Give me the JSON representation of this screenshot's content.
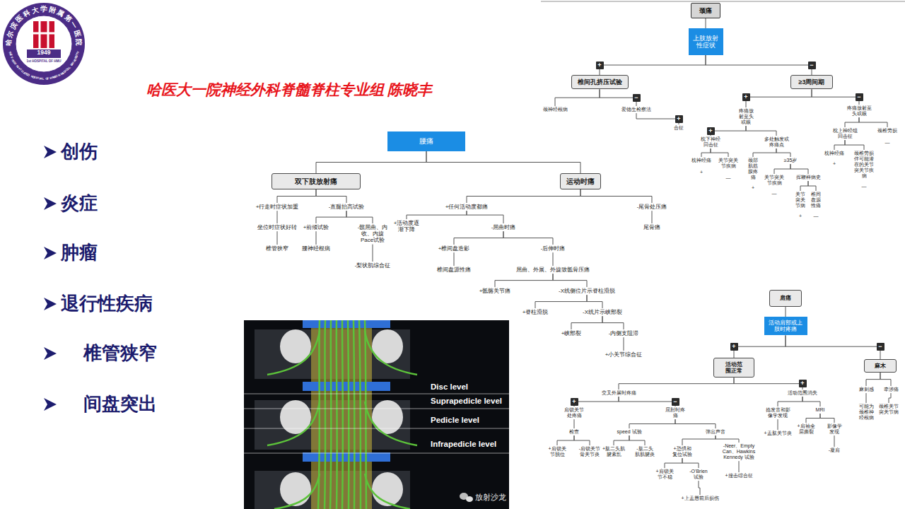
{
  "diagram": {
    "title": "哈医大一院神经外科脊髓脊柱专业组 陈晓丰",
    "nodes": [
      {
        "text": [
          "颈痛"
        ]
      },
      {
        "text": [
          "上肢放射性症状"
        ]
      },
      {
        "text": [
          "椎间孔挤压试验"
        ]
      },
      {
        "text": [
          "≥3周间期"
        ]
      },
      {
        "text": [
          "颈神经根病"
        ]
      },
      {
        "text": [
          "爱德生检察法"
        ]
      },
      {
        "text": [
          "合征"
        ]
      },
      {
        "text": [
          "疼痛放射至头或眼"
        ]
      },
      {
        "text": [
          "疼痛放射至头或眼"
        ]
      },
      {
        "text": [
          "枕下神经回击征"
        ]
      },
      {
        "text": [
          "多处触发或疼痛点"
        ]
      },
      {
        "text": [
          "枕神经痛"
        ]
      },
      {
        "text": [
          "关节突关节疾病"
        ]
      },
      {
        "text": [
          "颈部肌筋膜疼痛"
        ]
      },
      {
        "text": [
          "≥35岁"
        ]
      },
      {
        "text": [
          "关节突关节疾病"
        ]
      },
      {
        "text": [
          "挥鞭样病史"
        ]
      },
      {
        "text": [
          "关节突关节病"
        ]
      },
      {
        "text": [
          "椎间盘源性痛"
        ]
      },
      {
        "text": [
          "枕上神经组回击征"
        ]
      },
      {
        "text": [
          "颈椎劳损"
        ]
      },
      {
        "text": [
          "枕神经痛"
        ]
      },
      {
        "text": [
          "颈椎劳损伴可能潜在的关节突关节疾病"
        ]
      },
      {
        "text": [
          "腰痛"
        ]
      },
      {
        "text": [
          "双下肢放射痛"
        ]
      },
      {
        "text": [
          "运动时痛"
        ]
      },
      {
        "text": [
          "+行走时症状加重"
        ]
      },
      {
        "text": [
          "-直腿抬高试验"
        ]
      },
      {
        "text": [
          "坐位时症状好转"
        ]
      },
      {
        "text": [
          "椎管狭窄"
        ]
      },
      {
        "text": [
          "+前倾试验"
        ]
      },
      {
        "text": [
          "-髋屈曲、内收、内旋 Pace试验"
        ]
      },
      {
        "text": [
          "腰神经根病"
        ]
      },
      {
        "text": [
          "-梨状肌综合征"
        ]
      },
      {
        "text": [
          "+任何活动度都痛"
        ]
      },
      {
        "text": [
          "-尾骨处压痛"
        ]
      },
      {
        "text": [
          "尾骨痛"
        ]
      },
      {
        "text": [
          "+活动度逐渐下降"
        ]
      },
      {
        "text": [
          "-屈曲时痛"
        ]
      },
      {
        "text": [
          "+椎间盘造影"
        ]
      },
      {
        "text": [
          "-后伸时痛"
        ]
      },
      {
        "text": [
          "椎间盘源性痛"
        ]
      },
      {
        "text": [
          "屈曲、外展、外旋致骶骨压痛"
        ]
      },
      {
        "text": [
          "+骶髂关节痛"
        ]
      },
      {
        "text": [
          "-X线侧位片示脊柱滑脱"
        ]
      },
      {
        "text": [
          "+脊柱滑脱"
        ]
      },
      {
        "text": [
          "-X线片示峡部裂"
        ]
      },
      {
        "text": [
          "+峡部裂"
        ]
      },
      {
        "text": [
          "-内侧支阻滞"
        ]
      },
      {
        "text": [
          "+小关节综合征"
        ]
      },
      {
        "text": [
          "肩痛"
        ]
      },
      {
        "text": [
          "活动肩部或上肢时疼痛"
        ]
      },
      {
        "text": [
          "活动范围正常"
        ]
      },
      {
        "text": [
          "麻木"
        ]
      },
      {
        "text": [
          "交叉外展时疼痛"
        ]
      },
      {
        "text": [
          "活动范围消失"
        ]
      },
      {
        "text": [
          "肩锁关节处疼痛"
        ]
      },
      {
        "text": [
          "屈肘时疼痛"
        ]
      },
      {
        "text": [
          "检查"
        ]
      },
      {
        "text": [
          "+肩锁关节脱位"
        ]
      },
      {
        "text": [
          "-肩锁关节骨关节炎"
        ]
      },
      {
        "text": [
          "speed 试验"
        ]
      },
      {
        "text": [
          "弹出声音"
        ]
      },
      {
        "text": [
          "+肱二头肌腱紊乱"
        ]
      },
      {
        "text": [
          "-肱二头肌肌腱炎"
        ]
      },
      {
        "text": [
          "+恐惧和复位试验"
        ]
      },
      {
        "text": [
          "-Neer、Empty Can、Hawkins Kennedy 试验"
        ]
      },
      {
        "text": [
          "+肩锁关节不稳"
        ]
      },
      {
        "text": [
          "-O'Brien试验"
        ]
      },
      {
        "text": [
          "+上盂唇前后损伤"
        ]
      },
      {
        "text": [
          "+撞击综合征"
        ]
      },
      {
        "text": [
          "捻发音和影像学发现"
        ]
      },
      {
        "text": [
          "MRI"
        ]
      },
      {
        "text": [
          "+盂肱关节炎"
        ]
      },
      {
        "text": [
          "+肩袖全层撕裂"
        ]
      },
      {
        "text": [
          "影像学发现"
        ]
      },
      {
        "text": [
          "-凝肩"
        ]
      },
      {
        "text": [
          "麻刺感"
        ]
      },
      {
        "text": [
          "牵涉痛"
        ]
      },
      {
        "text": [
          "可能为颈椎神经根病"
        ]
      },
      {
        "text": [
          "颈椎关节突关节病"
        ]
      }
    ],
    "edges": [
      {
        "from": 0,
        "to": 1,
        "arrow": "none"
      },
      {
        "from": 1,
        "to": 2,
        "label": "+",
        "arrow": "none"
      },
      {
        "from": 1,
        "to": 3,
        "label": "−",
        "arrow": "none"
      },
      {
        "from": 2,
        "to": 4,
        "arrow": "none"
      },
      {
        "from": 2,
        "to": 5,
        "label": "−",
        "arrow": "none"
      },
      {
        "from": 5,
        "to": 6,
        "label": "+",
        "arrow": "none"
      },
      {
        "from": 3,
        "to": 7,
        "label": "+",
        "arrow": "none"
      },
      {
        "from": 3,
        "to": 8,
        "label": "−",
        "arrow": "none"
      },
      {
        "from": 7,
        "to": 9,
        "label": "+",
        "arrow": "none"
      },
      {
        "from": 7,
        "to": 10,
        "arrow": "none"
      },
      {
        "from": 9,
        "to": 11,
        "arrow": "none"
      },
      {
        "from": 9,
        "to": 12,
        "arrow": "none"
      },
      {
        "from": 10,
        "to": 13,
        "arrow": "none"
      },
      {
        "from": 10,
        "to": 14,
        "arrow": "none"
      },
      {
        "from": 14,
        "to": 15,
        "arrow": "none"
      },
      {
        "from": 14,
        "to": 16,
        "arrow": "none"
      },
      {
        "from": 16,
        "to": 17,
        "arrow": "none"
      },
      {
        "from": 16,
        "to": 18,
        "arrow": "none"
      },
      {
        "from": 8,
        "to": 19,
        "arrow": "none"
      },
      {
        "from": 8,
        "to": 20,
        "arrow": "none"
      },
      {
        "from": 19,
        "to": 21,
        "arrow": "none"
      },
      {
        "from": 19,
        "to": 22,
        "arrow": "none"
      },
      {
        "from": 23,
        "to": 24,
        "arrow": "none"
      },
      {
        "from": 23,
        "to": 25,
        "arrow": "none"
      },
      {
        "from": 24,
        "to": 26,
        "arrow": "none"
      },
      {
        "from": 24,
        "to": 27,
        "arrow": "none"
      },
      {
        "from": 26,
        "to": 28,
        "arrow": "none"
      },
      {
        "from": 28,
        "to": 29,
        "arrow": "none"
      },
      {
        "from": 27,
        "to": 30,
        "arrow": "none"
      },
      {
        "from": 27,
        "to": 31,
        "arrow": "none"
      },
      {
        "from": 30,
        "to": 32,
        "arrow": "none"
      },
      {
        "from": 31,
        "to": 33,
        "arrow": "none"
      },
      {
        "from": 25,
        "to": 34,
        "arrow": "none"
      },
      {
        "from": 25,
        "to": 35,
        "arrow": "none"
      },
      {
        "from": 35,
        "to": 36,
        "arrow": "none"
      },
      {
        "from": 34,
        "to": 37,
        "arrow": "none"
      },
      {
        "from": 34,
        "to": 38,
        "arrow": "none"
      },
      {
        "from": 38,
        "to": 39,
        "arrow": "none"
      },
      {
        "from": 38,
        "to": 40,
        "arrow": "none"
      },
      {
        "from": 39,
        "to": 41,
        "arrow": "none"
      },
      {
        "from": 40,
        "to": 42,
        "arrow": "none"
      },
      {
        "from": 42,
        "to": 43,
        "arrow": "none"
      },
      {
        "from": 42,
        "to": 44,
        "arrow": "none"
      },
      {
        "from": 44,
        "to": 45,
        "arrow": "none"
      },
      {
        "from": 44,
        "to": 46,
        "arrow": "none"
      },
      {
        "from": 46,
        "to": 47,
        "arrow": "none"
      },
      {
        "from": 46,
        "to": 48,
        "arrow": "none"
      },
      {
        "from": 48,
        "to": 49,
        "arrow": "none"
      },
      {
        "from": 50,
        "to": 51,
        "arrow": "none"
      },
      {
        "from": 51,
        "to": 52,
        "label": "+",
        "arrow": "none"
      },
      {
        "from": 51,
        "to": 53,
        "label": "−",
        "arrow": "none"
      },
      {
        "from": 52,
        "to": 54,
        "arrow": "none"
      },
      {
        "from": 52,
        "to": 55,
        "label": "+",
        "arrow": "none"
      },
      {
        "from": 54,
        "to": 56,
        "label": "+",
        "arrow": "none"
      },
      {
        "from": 54,
        "to": 57,
        "label": "−",
        "arrow": "none"
      },
      {
        "from": 56,
        "to": 58,
        "arrow": "none"
      },
      {
        "from": 58,
        "to": 59,
        "arrow": "none"
      },
      {
        "from": 58,
        "to": 60,
        "arrow": "none"
      },
      {
        "from": 57,
        "to": 61,
        "arrow": "none"
      },
      {
        "from": 57,
        "to": 62,
        "arrow": "none"
      },
      {
        "from": 61,
        "to": 63,
        "arrow": "none"
      },
      {
        "from": 61,
        "to": 64,
        "arrow": "none"
      },
      {
        "from": 62,
        "to": 65,
        "arrow": "none"
      },
      {
        "from": 62,
        "to": 66,
        "arrow": "none"
      },
      {
        "from": 65,
        "to": 67,
        "arrow": "none"
      },
      {
        "from": 65,
        "to": 68,
        "arrow": "none"
      },
      {
        "from": 68,
        "to": 69,
        "arrow": "none"
      },
      {
        "from": 66,
        "to": 70,
        "arrow": "none"
      },
      {
        "from": 55,
        "to": 71,
        "arrow": "none"
      },
      {
        "from": 55,
        "to": 72,
        "arrow": "none"
      },
      {
        "from": 71,
        "to": 73,
        "arrow": "none"
      },
      {
        "from": 72,
        "to": 74,
        "arrow": "none"
      },
      {
        "from": 72,
        "to": 75,
        "arrow": "none"
      },
      {
        "from": 75,
        "to": 76,
        "arrow": "none"
      },
      {
        "from": 53,
        "to": 77,
        "arrow": "none"
      },
      {
        "from": 53,
        "to": 78,
        "arrow": "none"
      },
      {
        "from": 77,
        "to": 79,
        "arrow": "none"
      },
      {
        "from": 78,
        "to": 80,
        "arrow": "none"
      }
    ],
    "labels": [
      "哈尔滨医科大学附属第一医院",
      "THE FIRST AFFILIATED HOSPITAL OF HARBIN MEDICAL UNIVERSITY",
      "1949",
      "1st HOSPITAL OF HMU",
      "创伤",
      "炎症",
      "肿瘤",
      "退行性疾病",
      "椎管狭窄",
      "间盘突出",
      "Disc level",
      "Suprapedicle level",
      "Pedicle level",
      "Infrapedicle level",
      "放射沙龙",
      "+",
      "—",
      "+",
      "—",
      "+",
      "—",
      "+",
      "—",
      "—"
    ]
  }
}
